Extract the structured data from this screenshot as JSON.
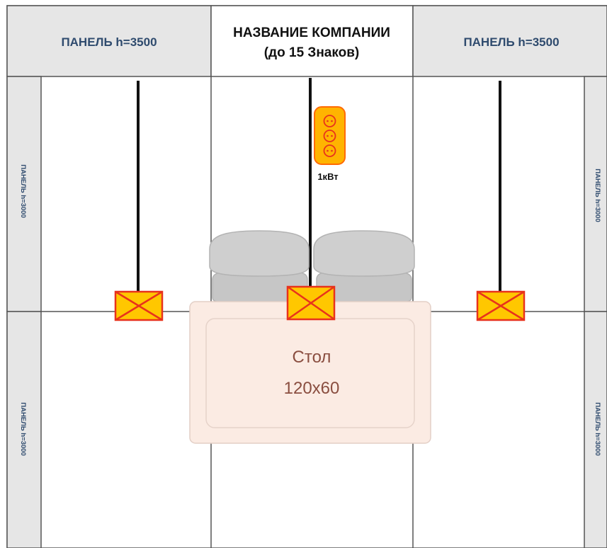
{
  "panels": {
    "top_left": "ПАНЕЛЬ h=3500",
    "top_right": "ПАНЕЛЬ h=3500",
    "side_left_upper": "ПАНЕЛЬ h=3000",
    "side_left_lower": "ПАНЕЛЬ h=3000",
    "side_right_upper": "ПАНЕЛЬ h=3000",
    "side_right_lower": "ПАНЕЛЬ h=3000"
  },
  "company_sign": {
    "line1": "НАЗВАНИЕ КОМПАНИИ",
    "line2": "(до 15 Знаков)"
  },
  "socket": {
    "label": "1кВт",
    "outlet_count": 3
  },
  "table": {
    "name": "Стол",
    "size": "120х60"
  },
  "colors": {
    "panel_fill": "#e6e6e6",
    "panel_stroke": "#5a5a5a",
    "panel_text": "#2f4b6e",
    "lamp_fill": "#ffc700",
    "lamp_stroke": "#e8321c",
    "socket_fill": "#ffb400",
    "socket_stroke": "#ff6a00",
    "table_fill": "#fbebe3",
    "table_text": "#8a4e40",
    "chair_fill": "#c9c9c9"
  }
}
